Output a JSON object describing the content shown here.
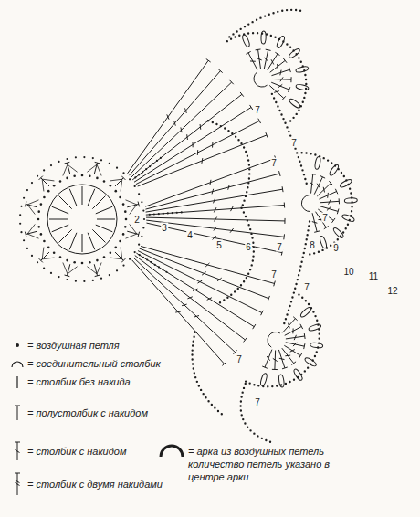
{
  "diagram": {
    "labels": [
      "2",
      "3",
      "4",
      "5",
      "6",
      "7",
      "8",
      "9",
      "10",
      "11",
      "12",
      "7",
      "7",
      "7",
      "7",
      "7",
      "7",
      "7",
      "7"
    ],
    "legend": [
      {
        "text": "= воздушная петля"
      },
      {
        "text": "= соединительный столбик"
      },
      {
        "text": "= столбик без накида"
      },
      {
        "text": "= полустолбик с накидом"
      },
      {
        "text": "= столбик с накидом"
      },
      {
        "text": "= арка из воздушных петель количество петель указано в центре арки"
      },
      {
        "text": "= столбик с двумя накидами"
      }
    ]
  }
}
